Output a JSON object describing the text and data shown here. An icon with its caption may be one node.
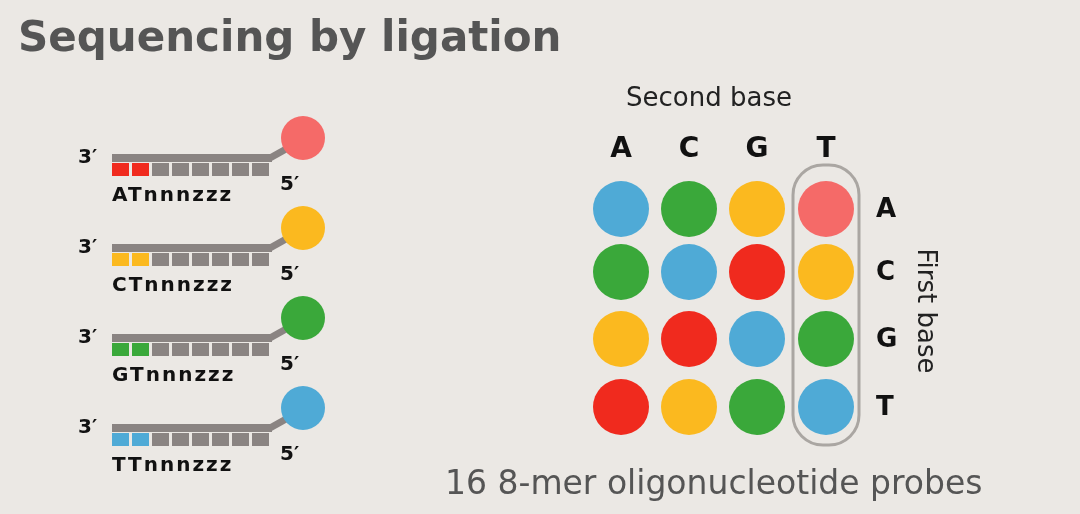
{
  "diagram": {
    "title": "Sequencing by ligation",
    "caption": "16 8-mer oligonucleotide probes",
    "labels": [
      "3′",
      "ATnnnzzz",
      "5′",
      "3′",
      "CTnnnzzz",
      "5′",
      "3′",
      "GTnnnzzz",
      "5′",
      "3′",
      "TTnnnzzz",
      "5′",
      "Second base",
      "A",
      "C",
      "G",
      "T",
      "A",
      "C",
      "G",
      "T",
      "First base"
    ]
  }
}
